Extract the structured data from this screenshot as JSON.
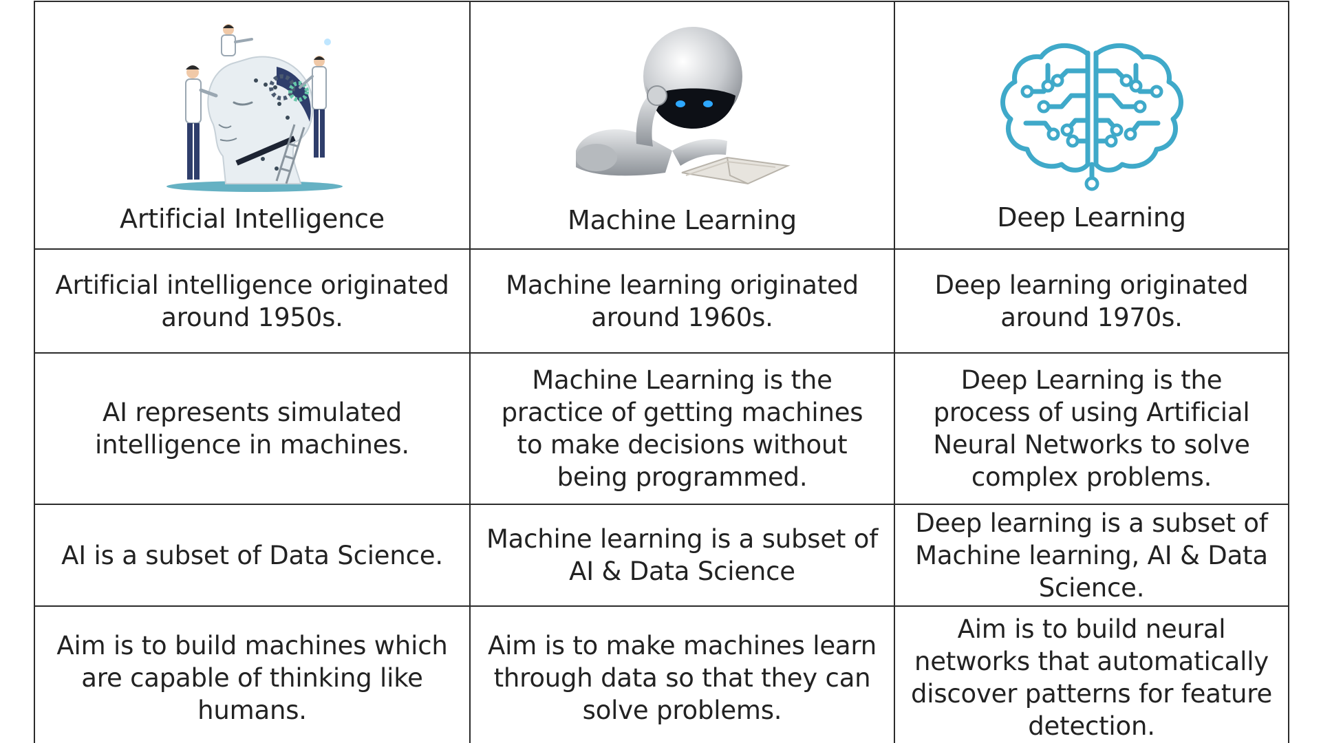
{
  "colors": {
    "border": "#2b2b2b",
    "text": "#222222",
    "brain_accent": "#3fa9c9",
    "robot_eye": "#2ea8ff"
  },
  "columns": [
    {
      "title": "Artificial Intelligence",
      "icon": "ai-head-with-scientists-illustration",
      "origin": "Artificial intelligence originated around 1950s.",
      "definition": "AI represents simulated intelligence in machines.",
      "subset": "AI is a subset of Data Science.",
      "aim": "Aim is to build machines which are capable of thinking like humans."
    },
    {
      "title": "Machine Learning",
      "icon": "robot-reading-book-illustration",
      "origin": "Machine learning originated around 1960s.",
      "definition": "Machine Learning is the practice of getting machines to make decisions without being programmed.",
      "subset": "Machine learning is a subset of AI & Data Science",
      "aim": "Aim is to make machines learn through data so that they can solve problems."
    },
    {
      "title": "Deep Learning",
      "icon": "circuit-brain-icon",
      "origin": "Deep learning originated around 1970s.",
      "definition": "Deep Learning is the process of using Artificial Neural Networks to solve complex problems.",
      "subset": "Deep learning is a subset of Machine learning, AI & Data Science.",
      "aim": "Aim is to build neural networks that automatically discover patterns for feature detection."
    }
  ]
}
